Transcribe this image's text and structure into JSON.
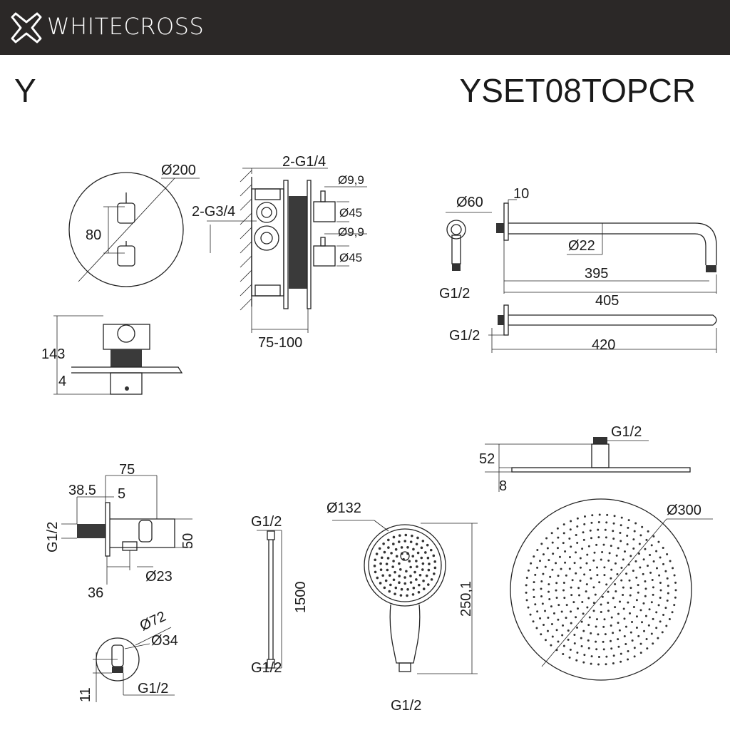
{
  "header": {
    "brand": "WHITECROSS",
    "logo_icon": "cross-logo-icon",
    "background": "#2b2827"
  },
  "title": {
    "series": "Y",
    "model": "YSET08TOPCR"
  },
  "thermostat_front": {
    "diameter": "Ø200",
    "spacing": "80"
  },
  "thermostat_side": {
    "outlet": "2-G1/4",
    "inlet": "2-G3/4",
    "stem1": "Ø9,9",
    "knob1": "Ø45",
    "stem2": "Ø9,9",
    "knob2": "Ø45",
    "depth": "75-100"
  },
  "thermostat_bottom": {
    "height": "143",
    "plate": "4"
  },
  "shower_arm": {
    "flange": "Ø60",
    "flange_depth": "10",
    "pipe": "Ø22",
    "length_inner": "395",
    "length_outer": "405",
    "thread": "G1/2"
  },
  "shower_arm_2": {
    "thread": "G1/2",
    "length": "420"
  },
  "rain_head_side": {
    "thread": "G1/2",
    "height": "52",
    "thickness": "8"
  },
  "rain_head_top": {
    "diameter": "Ø300"
  },
  "wall_outlet_side": {
    "width": "75",
    "offset": "38.5",
    "plate": "5",
    "thread": "G1/2",
    "height": "50",
    "diameter": "Ø23",
    "depth": "36"
  },
  "wall_outlet_front": {
    "outer": "Ø72",
    "inner": "Ø34",
    "offset": "11",
    "thread": "G1/2"
  },
  "hose": {
    "thread_top": "G1/2",
    "length": "1500",
    "thread_bottom": "G1/2"
  },
  "hand_shower": {
    "diameter": "Ø132",
    "length": "250,1",
    "thread": "G1/2"
  }
}
